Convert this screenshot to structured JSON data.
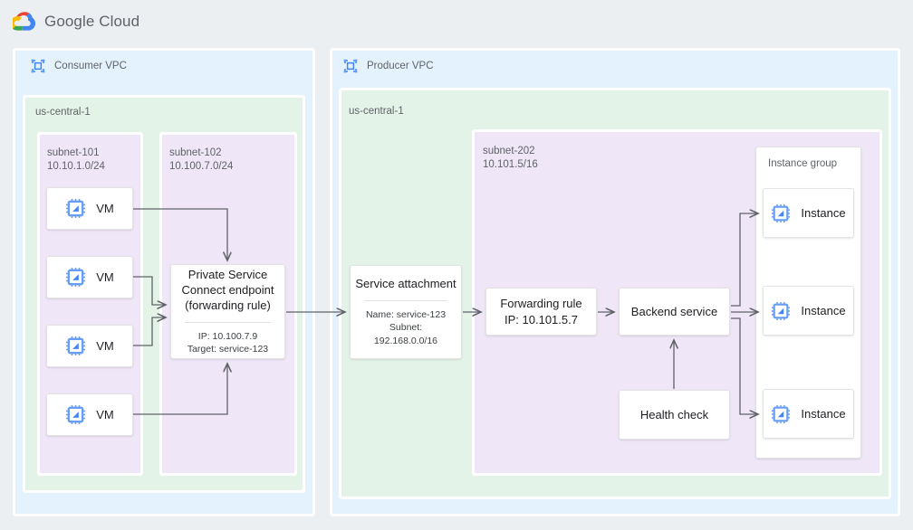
{
  "brand": {
    "google": "Google",
    "cloud": "Cloud",
    "logo_icon": "google-cloud-logo"
  },
  "consumer": {
    "vpc_label": "Consumer VPC",
    "vpc_icon": "vpc-network-icon",
    "region_label": "us-central-1",
    "subnets": [
      {
        "name": "subnet-101",
        "cidr": "10.10.1.0/24",
        "label": "subnet-101\n10.10.1.0/24"
      },
      {
        "name": "subnet-102",
        "cidr": "10.100.7.0/24",
        "label": "subnet-102\n10.100.7.0/24"
      }
    ],
    "vms": [
      {
        "label": "VM",
        "icon": "vm-chip-icon"
      },
      {
        "label": "VM",
        "icon": "vm-chip-icon"
      },
      {
        "label": "VM",
        "icon": "vm-chip-icon"
      },
      {
        "label": "VM",
        "icon": "vm-chip-icon"
      }
    ],
    "psc_endpoint": {
      "title": "Private Service\nConnect endpoint\n(forwarding rule)",
      "details": "IP: 10.100.7.9\nTarget: service-123",
      "ip": "10.100.7.9",
      "target": "service-123"
    }
  },
  "producer": {
    "vpc_label": "Producer VPC",
    "vpc_icon": "vpc-network-icon",
    "region_label": "us-central-1",
    "subnet": {
      "name": "subnet-202",
      "cidr": "10.101.5/16",
      "label": "subnet-202\n10.101.5/16"
    },
    "service_attachment": {
      "title": "Service attachment",
      "details": "Name: service-123\nSubnet:\n192.168.0.0/16",
      "name": "service-123",
      "subnet": "192.168.0.0/16"
    },
    "forwarding_rule": {
      "title": "Forwarding rule\nIP: 10.101.5.7",
      "ip": "10.101.5.7"
    },
    "backend_service": {
      "title": "Backend service"
    },
    "health_check": {
      "title": "Health check"
    },
    "instance_group": {
      "label": "Instance group",
      "instances": [
        {
          "label": "Instance",
          "icon": "vm-chip-icon"
        },
        {
          "label": "Instance",
          "icon": "vm-chip-icon"
        },
        {
          "label": "Instance",
          "icon": "vm-chip-icon"
        }
      ]
    }
  },
  "colors": {
    "page_bg": "#eceff1",
    "vpc_bg": "#e4f2fd",
    "region_bg": "#e4f3e8",
    "subnet_bg": "#efe6f7",
    "node_bg": "#ffffff",
    "icon_blue": "#669df6",
    "icon_blue_dark": "#4285f4",
    "text": "#202124",
    "muted_text": "#5f6368",
    "connector": "#5f6368"
  }
}
